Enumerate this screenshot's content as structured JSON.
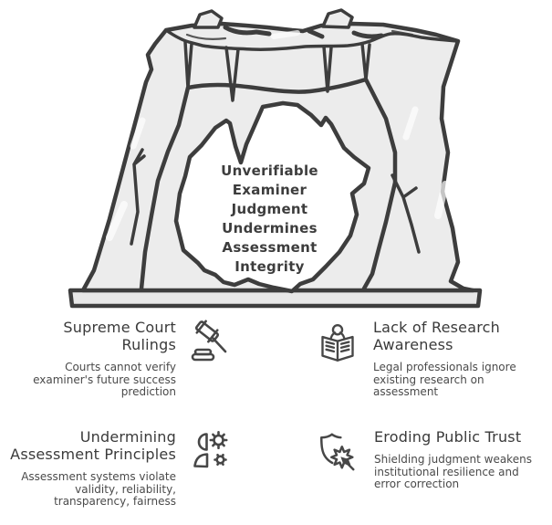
{
  "diagram": {
    "central_message": "Unverifiable\nExaminer\nJudgment\nUndermines\nAssessment\nIntegrity",
    "illustration": "rock-mesa-with-cave-on-slab"
  },
  "features": [
    {
      "title": "Supreme Court\nRulings",
      "description": "Courts cannot verify\nexaminer's future success\nprediction",
      "icon": "gavel-icon"
    },
    {
      "title": "Lack of Research\nAwareness",
      "description": "Legal professionals ignore\nexisting research on\nassessment",
      "icon": "reading-person-icon"
    },
    {
      "title": "Undermining\nAssessment Principles",
      "description": "Assessment systems violate\nvalidity, reliability,\ntransparency, fairness",
      "icon": "person-gears-icon"
    },
    {
      "title": "Eroding Public Trust",
      "description": "Shielding judgment weakens\ninstitutional resilience and\nerror correction",
      "icon": "shield-burst-icon"
    }
  ],
  "colors": {
    "outline": "#3d3d3d",
    "rock_fill": "#ececec",
    "slab_fill": "#e7e7e7",
    "cave_fill": "#ffffff",
    "title_text": "#3a3a3a",
    "body_text": "#4a4a4a",
    "icon_stroke": "#474747",
    "background": "#ffffff"
  }
}
